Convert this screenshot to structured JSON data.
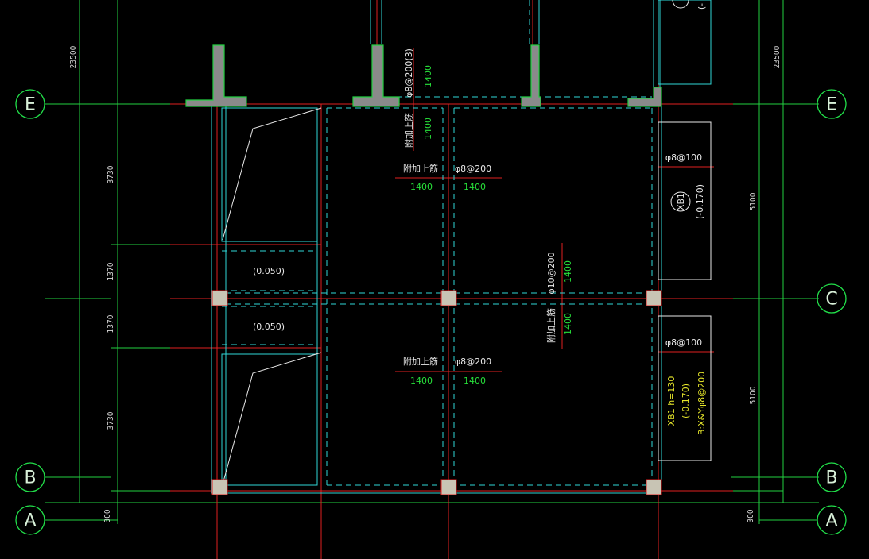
{
  "axes": {
    "E": "E",
    "C": "C",
    "B": "B",
    "A": "A"
  },
  "dimensions": {
    "overall_left": "23500",
    "overall_right": "23500",
    "d3730_top": "3730",
    "d1370_top": "1370",
    "d1370_bottom": "1370",
    "d3730_bottom": "3730",
    "d300_left": "300",
    "d300_right": "300",
    "d5100_top": "5100",
    "d5100_bottom": "5100"
  },
  "annotations": {
    "elev_upper": "(0.050)",
    "elev_lower": "(0.050)",
    "rebar_top_vertical": "φ8@200(3)",
    "rebar_top_vertical_len": "1400",
    "add_top_vertical": "附加上筋",
    "add_top_vertical_len": "1400",
    "add_top_upper": "附加上筋",
    "rebar_upper_h": "φ8@200",
    "len_upper_left": "1400",
    "len_upper_right": "1400",
    "rebar_mid_vertical": "φ10@200",
    "rebar_mid_vertical_len": "1400",
    "add_mid_vertical": "附加上筋",
    "add_mid_vertical_len": "1400",
    "add_top_lower": "附加上筋",
    "rebar_lower_h": "φ8@200",
    "len_lower_left": "1400",
    "len_lower_right": "1400",
    "right_top_rebar": "φ8@100",
    "right_top_tag": "XB1",
    "right_top_elev": "(-0.170)",
    "right_bottom_rebar": "φ8@100",
    "right_bottom_spec": "XB1 h=130",
    "right_bottom_elev": "(-0.170)",
    "right_bottom_bars": "B:X&Yφ8@200",
    "top_right_partial": "(-"
  }
}
